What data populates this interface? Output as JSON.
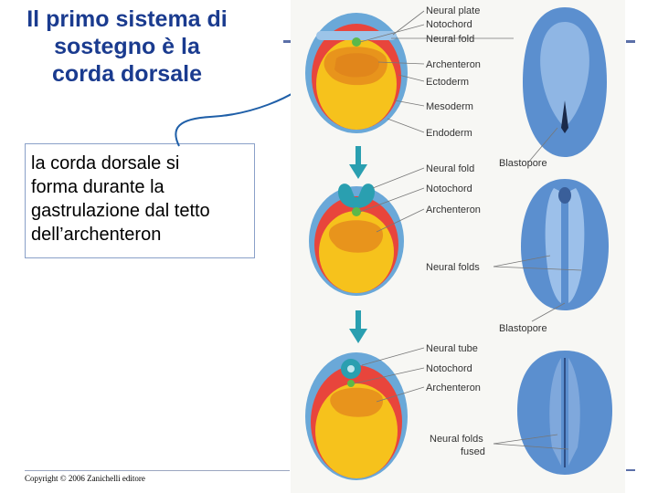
{
  "slide": {
    "title_lines": [
      "Il primo sistema di",
      "sostegno è la",
      "corda dorsale"
    ],
    "note_lines": [
      "la  corda dorsale si",
      "forma durante la",
      "gastrulazione dal tetto",
      "dell’archenteron"
    ],
    "copyright": "Copyright © 2006 Zanichelli editore"
  },
  "figure": {
    "stage1_labels": [
      "Neural plate",
      "Notochord",
      "Neural fold",
      "Archenteron",
      "Ectoderm",
      "Mesoderm",
      "Endoderm"
    ],
    "stage1_blastopore": "Blastopore",
    "stage2_labels": [
      "Neural fold",
      "Notochord",
      "Archenteron",
      "Neural folds"
    ],
    "stage2_blastopore": "Blastopore",
    "stage3_labels": [
      "Neural tube",
      "Notochord",
      "Archenteron"
    ],
    "stage3_fused_lines": [
      "Neural folds",
      "fused"
    ]
  },
  "colors": {
    "title": "#1a3b8f",
    "ectoderm": "#6aa8d8",
    "mesoderm": "#e8453c",
    "endoderm": "#f6c21c",
    "archenteron": "#e8941c",
    "notochord": "#5cb84a",
    "embryo_surface": "#5b8fcf"
  }
}
